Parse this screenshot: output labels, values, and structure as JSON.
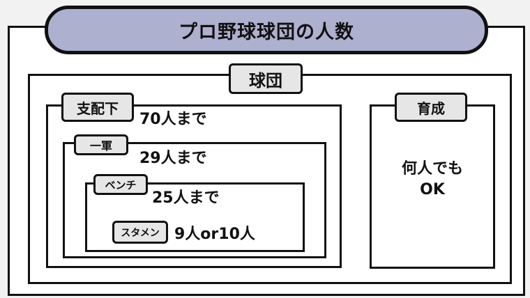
{
  "title": "プロ野球球団の人数",
  "team": {
    "label": "球団"
  },
  "roster": {
    "label": "支配下",
    "limit": "70人まで",
    "first_team": {
      "label": "一軍",
      "limit": "29人まで",
      "bench": {
        "label": "ベンチ",
        "limit": "25人まで",
        "starters": {
          "label": "スタメン",
          "count": "9人or10人"
        }
      }
    }
  },
  "development": {
    "label": "育成",
    "note_line1": "何人でも",
    "note_line2": "OK"
  }
}
